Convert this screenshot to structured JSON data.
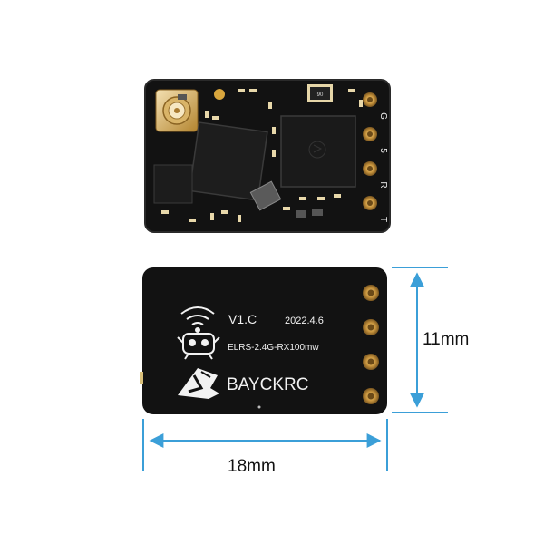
{
  "product": {
    "top_chip_marking": "90",
    "version_text": "V1.C",
    "date_text": "2022.4.6",
    "model_text": "ELRS-2.4G-RX100mw",
    "brand_text": "BAYCKRC"
  },
  "pins_top": [
    "G",
    "5",
    "R",
    "T"
  ],
  "dimensions": {
    "height_label": "11mm",
    "width_label": "18mm"
  },
  "colors": {
    "pcb": "#121212",
    "gold_pad": "#c9953d",
    "dimension_line": "#3b9fd8",
    "silkscreen": "#f2f2f2"
  },
  "icons": [
    "antenna-connector-icon",
    "bayckrc-logo-icon",
    "wifi-mascot-icon"
  ]
}
